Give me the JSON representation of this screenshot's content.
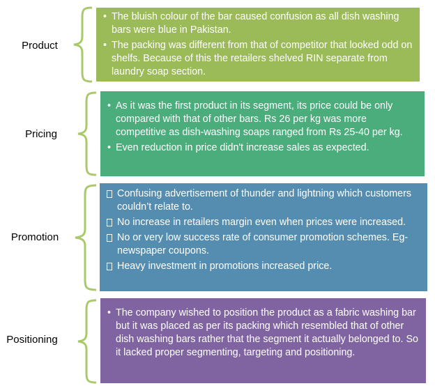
{
  "colors": {
    "product": "#9bbb59",
    "pricing": "#4bac7c",
    "promotion": "#558db0",
    "positioning": "#8064a2",
    "brace": "#a9c96a"
  },
  "rows": [
    {
      "label": "Product",
      "bullet_style": "dot",
      "items": [
        "The bluish colour of the bar caused confusion as all dish washing bars were blue in Pakistan.",
        "The packing was different from that of competitor that looked odd on shelfs. Because of this the  retailers shelved RIN separate from laundry soap section."
      ]
    },
    {
      "label": "Pricing",
      "bullet_style": "dot",
      "items": [
        "As it was the first product in its segment, its price could be only compared with that of other bars. Rs 26 per kg was more competitive as dish-washing soaps ranged from Rs 25-40 per kg.",
        "Even reduction in price didn't increase sales as expected."
      ]
    },
    {
      "label": "Promotion",
      "bullet_style": "box",
      "items": [
        "Confusing advertisement of thunder and lightning which customers couldn’t relate to.",
        "No increase in retailers margin even when prices were increased.",
        "No or very low success rate of consumer promotion schemes. Eg-newspaper coupons.",
        "Heavy investment in promotions increased price."
      ]
    },
    {
      "label": "Positioning",
      "bullet_style": "dot",
      "items": [
        "The company wished to position the product as a fabric washing bar but  it was placed as per its packing which resembled that of other dish washing bars rather that the segment it actually belonged to. So it lacked proper segmenting, targeting and positioning."
      ]
    }
  ]
}
